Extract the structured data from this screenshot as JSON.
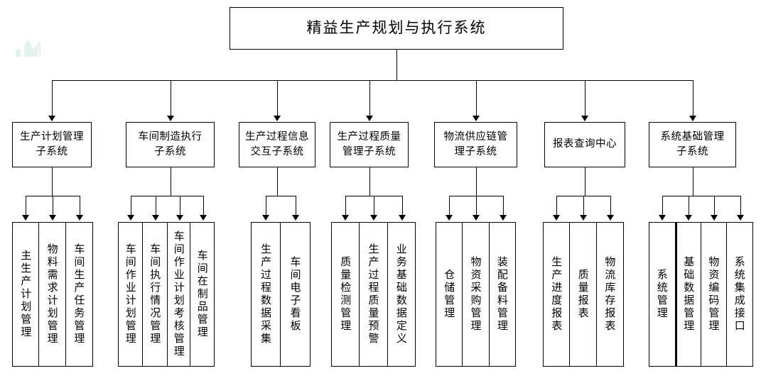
{
  "diagram": {
    "title": "精益生产规划与执行系统",
    "watermark_color": "#e4f2ec",
    "line_color": "#000000",
    "background_color": "#ffffff"
  },
  "root": {
    "label": "精益生产规划与执行系统"
  },
  "subsystems": [
    {
      "id": "production-planning",
      "line1": "生产计划管理",
      "line2": "子系统",
      "children": [
        {
          "label": "主生产计划管理"
        },
        {
          "label": "物料需求计划管理"
        },
        {
          "label": "车间生产任务管理"
        }
      ]
    },
    {
      "id": "workshop-manufacturing-execution",
      "line1": "车间制造执行",
      "line2": "子系统",
      "children": [
        {
          "label": "车间作业计划管理"
        },
        {
          "label": "车间执行情况管理"
        },
        {
          "label": "车间作业计划考核管理"
        },
        {
          "label": "车间在制品管理"
        }
      ]
    },
    {
      "id": "process-information-interaction",
      "line1": "生产过程信息",
      "line2": "交互子系统",
      "children": [
        {
          "label": "生产过程数据采集"
        },
        {
          "label": "车间电子看板"
        }
      ]
    },
    {
      "id": "process-quality-management",
      "line1": "生产过程质量",
      "line2": "管理子系统",
      "children": [
        {
          "label": "质量检测管理"
        },
        {
          "label": "生产过程质量预警"
        },
        {
          "label": "业务基础数据定义"
        }
      ]
    },
    {
      "id": "logistics-supply-chain",
      "line1": "物流供应链管",
      "line2": "理子系统",
      "children": [
        {
          "label": "仓储管理"
        },
        {
          "label": "物资采购管理"
        },
        {
          "label": "装配备料管理"
        }
      ]
    },
    {
      "id": "report-query-center",
      "line1": "报表查询中心",
      "line2": "",
      "children": [
        {
          "label": "生产进度报表"
        },
        {
          "label": "质量报表"
        },
        {
          "label": "物流库存报表"
        }
      ]
    },
    {
      "id": "system-foundation-management",
      "line1": "系统基础管理",
      "line2": "子系统",
      "children": [
        {
          "label": "系统管理"
        },
        {
          "label": "基础数据管理"
        },
        {
          "label": "物资编码管理"
        },
        {
          "label": "系统集成接口"
        }
      ]
    }
  ]
}
